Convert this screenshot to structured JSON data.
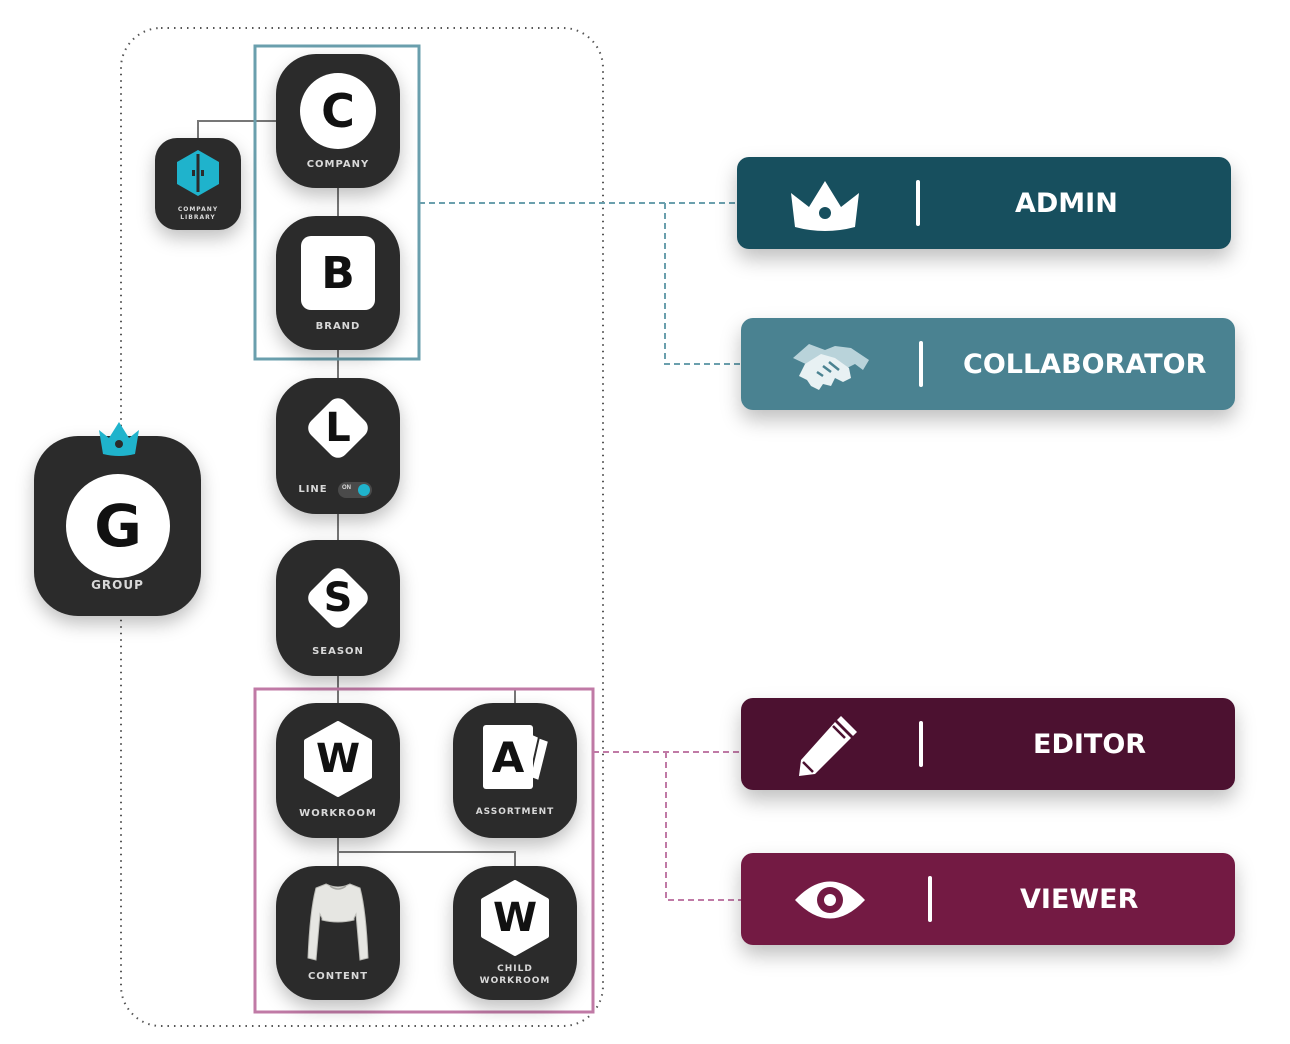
{
  "colors": {
    "node_bg": "#2b2b2b",
    "admin": "#174f5e",
    "collaborator": "#4a8291",
    "editor": "#4c1130",
    "viewer": "#731a43",
    "teal_box": "#6a9fad",
    "pink_box": "#c07aa6",
    "accent_cyan": "#1fb3cc"
  },
  "nodes": {
    "group": {
      "letter": "G",
      "label": "GROUP",
      "icon": "crown-icon"
    },
    "company": {
      "letter": "C",
      "label": "COMPANY"
    },
    "company_library": {
      "label_line1": "COMPANY",
      "label_line2": "LIBRARY",
      "icon": "book-icon"
    },
    "brand": {
      "letter": "B",
      "label": "BRAND"
    },
    "line": {
      "letter": "L",
      "label": "LINE",
      "toggle": "ON"
    },
    "season": {
      "letter": "S",
      "label": "SEASON"
    },
    "workroom": {
      "letter": "W",
      "label": "WORKROOM"
    },
    "assortment": {
      "letter": "A",
      "label": "ASSORTMENT"
    },
    "content": {
      "label": "CONTENT",
      "icon": "garment-icon"
    },
    "child_workroom": {
      "letter": "W",
      "label_line1": "CHILD",
      "label_line2": "WORKROOM"
    }
  },
  "roles": [
    {
      "label": "ADMIN",
      "icon": "crown-icon"
    },
    {
      "label": "COLLABORATOR",
      "icon": "handshake-icon"
    },
    {
      "label": "EDITOR",
      "icon": "pencil-icon"
    },
    {
      "label": "VIEWER",
      "icon": "eye-icon"
    }
  ]
}
